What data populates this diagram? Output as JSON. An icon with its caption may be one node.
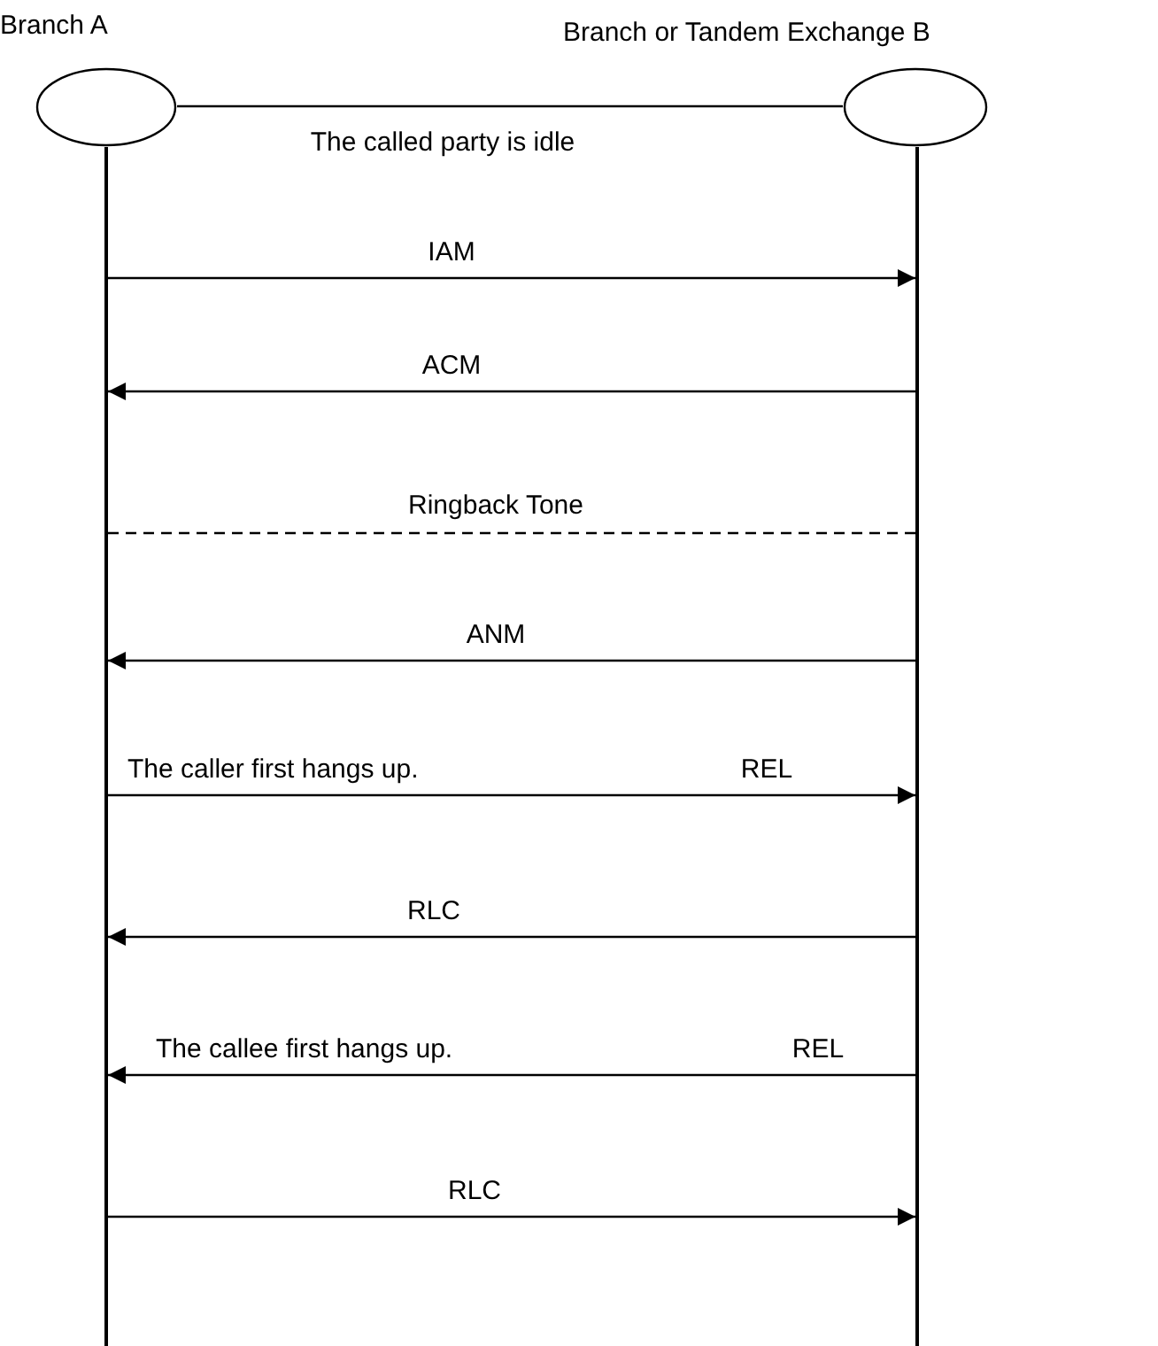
{
  "diagram": {
    "nodes": [
      {
        "text": [
          "Branch A"
        ]
      },
      {
        "text": [
          "Branch or Tandem Exchange B"
        ]
      },
      {
        "text": [],
        "shape": "bar"
      },
      {
        "text": [],
        "shape": "bar"
      }
    ],
    "edges": [
      {
        "from": 0,
        "to": 1,
        "arrow": "none",
        "label": "The called party is idle"
      },
      {
        "from": 2,
        "to": 3,
        "arrow": "to",
        "label": "IAM"
      },
      {
        "from": 3,
        "to": 2,
        "arrow": "to",
        "label": "ACM"
      },
      {
        "from": 2,
        "to": 3,
        "arrow": "none",
        "label": "Ringback Tone",
        "style": "dashed"
      },
      {
        "from": 3,
        "to": 2,
        "arrow": "to",
        "label": "ANM"
      },
      {
        "from": 2,
        "to": 3,
        "arrow": "to",
        "label": "REL"
      },
      {
        "from": 3,
        "to": 2,
        "arrow": "to",
        "label": "RLC"
      },
      {
        "from": 3,
        "to": 2,
        "arrow": "to",
        "label": "REL"
      },
      {
        "from": 2,
        "to": 3,
        "arrow": "to",
        "label": "RLC"
      }
    ],
    "labels": [
      "The caller first hangs up.",
      "The callee first hangs up."
    ]
  }
}
